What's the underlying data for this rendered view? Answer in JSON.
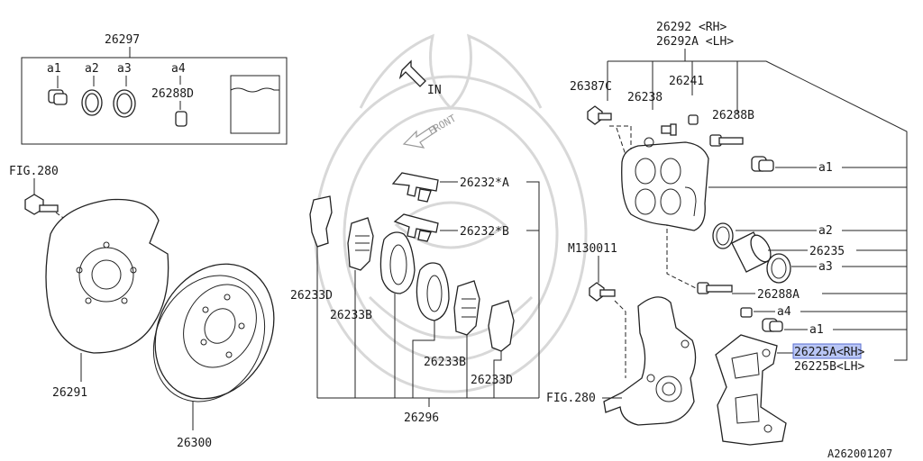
{
  "labels": {
    "kit_number": "26297",
    "kit_a1": "a1",
    "kit_a2": "a2",
    "kit_a3": "a3",
    "kit_a4": "a4",
    "kit_pin": "26288D",
    "fig_top_left": "FIG.280",
    "backing_plate": "26291",
    "rotor": "26300",
    "in_arrow": "IN",
    "front_arrow": "FRONT",
    "clip_a": "26232*A",
    "clip_b": "26232*B",
    "pad_d_left": "26233D",
    "shim_b_left": "26233B",
    "shim_b_right": "26233B",
    "pad_d_right": "26233D",
    "pad_kit": "26296",
    "caliper_rh": "26292 <RH>",
    "caliper_lh": "26292A <LH>",
    "bolt_c": "26387C",
    "bleeder": "26238",
    "cap": "26241",
    "guide_pin_b": "26288B",
    "ref_a1_top": "a1",
    "ref_a2": "a2",
    "piston": "26235",
    "ref_a3": "a3",
    "bolt_m": "M130011",
    "guide_pin_a": "26288A",
    "ref_a4": "a4",
    "ref_a1_bottom": "a1",
    "support_rh": "26225A<RH>",
    "support_lh": "26225B<LH>",
    "fig_bottom": "FIG.280",
    "diagram_id": "A262001207"
  }
}
